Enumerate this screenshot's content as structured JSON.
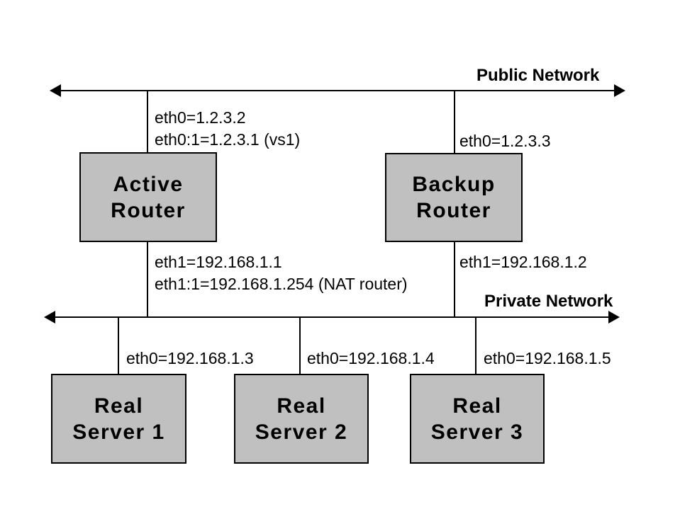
{
  "networks": {
    "public": {
      "label": "Public Network"
    },
    "private": {
      "label": "Private Network"
    }
  },
  "routers": {
    "active": {
      "name": [
        "Active",
        "Router"
      ],
      "interfaces_public": [
        "eth0=1.2.3.2",
        "eth0:1=1.2.3.1 (vs1)"
      ],
      "interfaces_private": [
        "eth1=192.168.1.1",
        "eth1:1=192.168.1.254 (NAT router)"
      ]
    },
    "backup": {
      "name": [
        "Backup",
        "Router"
      ],
      "interfaces_public": [
        "eth0=1.2.3.3"
      ],
      "interfaces_private": [
        "eth1=192.168.1.2"
      ]
    }
  },
  "servers": [
    {
      "name": [
        "Real",
        "Server 1"
      ],
      "interface": "eth0=192.168.1.3"
    },
    {
      "name": [
        "Real",
        "Server 2"
      ],
      "interface": "eth0=192.168.1.4"
    },
    {
      "name": [
        "Real",
        "Server 3"
      ],
      "interface": "eth0=192.168.1.5"
    }
  ],
  "colors": {
    "box_fill": "#c0c0c0",
    "box_border": "#000000",
    "line_color": "#000000",
    "text_color": "#000000",
    "background": "#ffffff"
  }
}
